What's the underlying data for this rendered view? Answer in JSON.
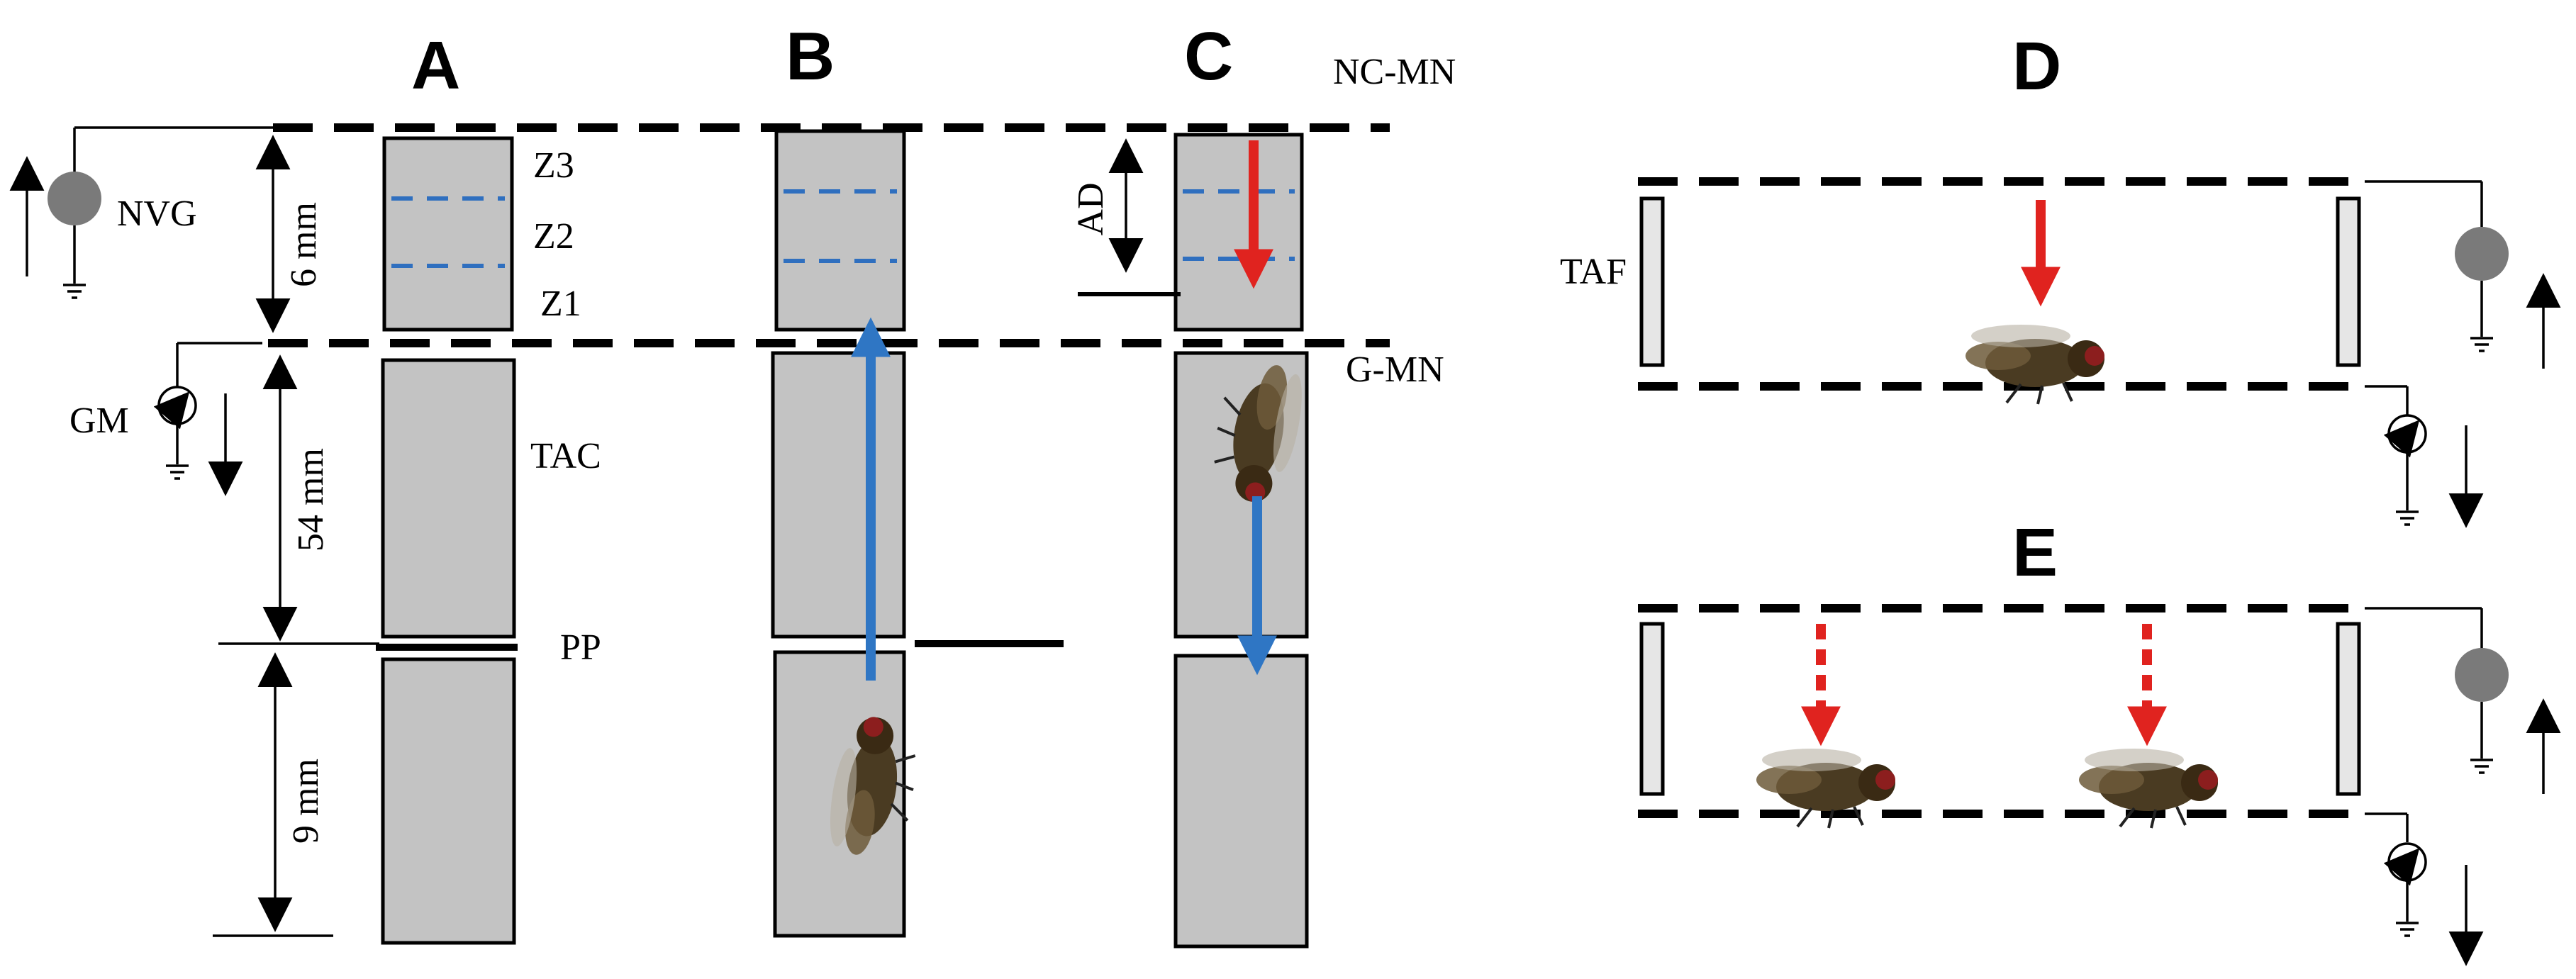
{
  "panels": {
    "a": "A",
    "b": "B",
    "c": "C",
    "d": "D",
    "e": "E"
  },
  "labels": {
    "nvg": "NVG",
    "gm": "GM",
    "z3": "Z3",
    "z2": "Z2",
    "z1": "Z1",
    "tac": "TAC",
    "pp": "PP",
    "ad": "AD",
    "nc_mn": "NC-MN",
    "g_mn": "G-MN",
    "taf": "TAF"
  },
  "dimensions": {
    "six_mm": "6 mm",
    "fiftyfour_mm": "54 mm",
    "nine_mm": "9 mm"
  },
  "colors": {
    "tube_fill": "#c3c3c3",
    "zone_line": "#2f6fbf",
    "arrow_red": "#e0231f",
    "arrow_blue": "#2f76c4",
    "generator": "#7a7a7a"
  },
  "icons": [
    "generator-icon",
    "gauge-icon",
    "ground-icon",
    "fly-icon"
  ]
}
